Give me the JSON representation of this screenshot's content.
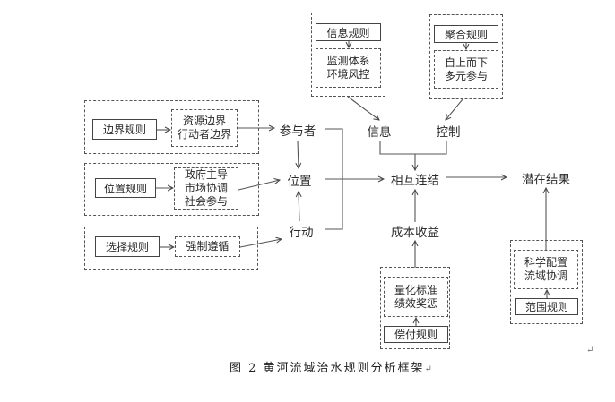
{
  "diagram": {
    "caption": "图 2  黄河流域治水规则分析框架",
    "paragraph_mark": "↵",
    "rule_groups": {
      "boundary": {
        "rule": "边界规则",
        "content": [
          "资源边界",
          "行动者边界"
        ]
      },
      "position": {
        "rule": "位置规则",
        "content": [
          "政府主导",
          "市场协调",
          "社会参与"
        ]
      },
      "choice": {
        "rule": "选择规则",
        "content": [
          "强制遵循"
        ]
      },
      "information": {
        "rule": "信息规则",
        "content": [
          "监测体系",
          "环境风控"
        ]
      },
      "aggregation": {
        "rule": "聚合规则",
        "content": [
          "自上而下",
          "多元参与"
        ]
      },
      "payoff": {
        "rule": "偿付规则",
        "content": [
          "量化标准",
          "绩效奖惩"
        ]
      },
      "scope": {
        "rule": "范围规则",
        "content": [
          "科学配置",
          "流域协调"
        ]
      }
    },
    "nodes": {
      "participants": "参与者",
      "position": "位置",
      "action": "行动",
      "information": "信息",
      "control": "控制",
      "interaction": "相互连结",
      "cost_benefit": "成本收益",
      "outcome": "潜在结果"
    }
  }
}
